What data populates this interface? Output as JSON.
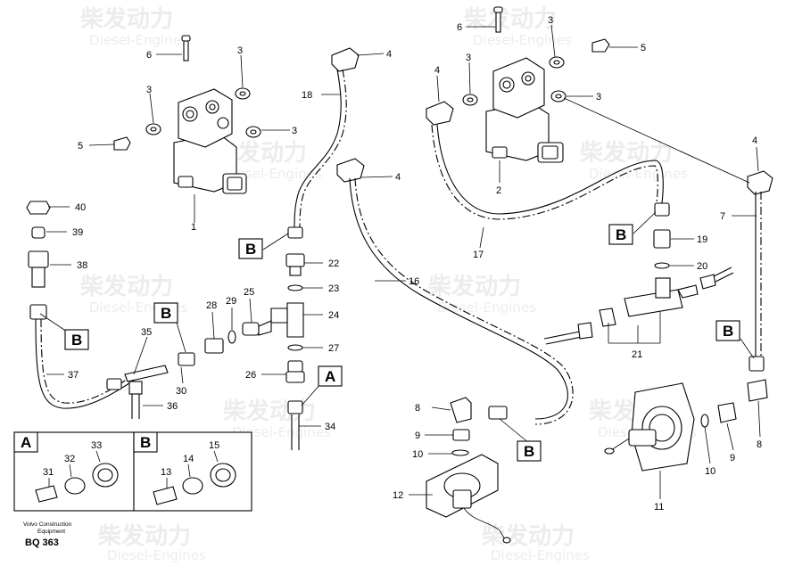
{
  "watermark": {
    "brand": "柴发动力",
    "sub": "Diesel-Engines"
  },
  "footer": {
    "company": "Volvo Construction",
    "sub": "Equipment",
    "code": "BQ 363"
  },
  "legend": {
    "a": {
      "letter": "A",
      "n1": "31",
      "n2": "32",
      "n3": "33"
    },
    "b": {
      "letter": "B",
      "n1": "13",
      "n2": "14",
      "n3": "15"
    }
  },
  "callouts": {
    "A": "A",
    "B": "B"
  },
  "labels": {
    "l1": "1",
    "l2": "2",
    "l3": "3",
    "l4": "4",
    "l5": "5",
    "l6": "6",
    "l7": "7",
    "l8": "8",
    "l9": "9",
    "l10": "10",
    "l11": "11",
    "l12": "12",
    "l16": "16",
    "l17": "17",
    "l18": "18",
    "l19": "19",
    "l20": "20",
    "l21": "21",
    "l22": "22",
    "l23": "23",
    "l24": "24",
    "l25": "25",
    "l26": "26",
    "l27": "27",
    "l28": "28",
    "l29": "29",
    "l30": "30",
    "l34": "34",
    "l35": "35",
    "l36": "36",
    "l37": "37",
    "l38": "38",
    "l39": "39",
    "l40": "40"
  }
}
